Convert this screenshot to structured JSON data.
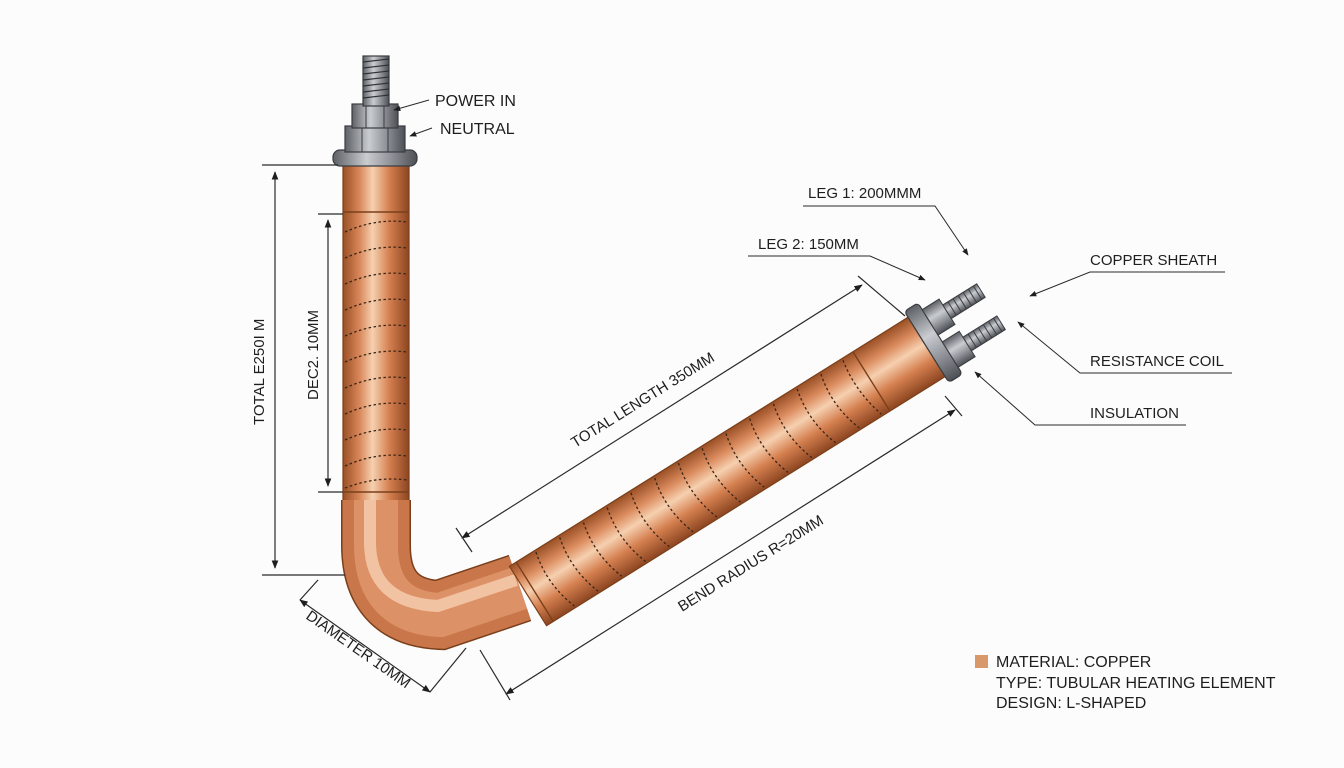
{
  "labels": {
    "power_in": "POWER IN",
    "neutral": "NEUTRAL",
    "leg1": "LEG 1: 200MMM",
    "leg2": "LEG 2: 150MM",
    "copper_sheath": "COPPER SHEATH",
    "resistance_coil": "RESISTANCE COIL",
    "insulation": "INSULATION"
  },
  "dimensions": {
    "total_vertical": "TOTAL E250I M",
    "dec": "DEC2. 10MM",
    "total_length": "TOTAL LENGTH 350MM",
    "bend_radius": "BEND RADIUS R=20MM",
    "diameter": "DIAMETER 10MM"
  },
  "legend": {
    "material": "MATERIAL: COPPER",
    "type": "TYPE: TUBULAR HEATING ELEMENT",
    "design": "DESIGN: L-SHAPED"
  },
  "colors": {
    "copper_light": "#f4c6a2",
    "copper_mid": "#d9875a",
    "copper_dark": "#9a4f25",
    "steel": "#8a8d92",
    "legend_swatch": "#d9986a"
  }
}
